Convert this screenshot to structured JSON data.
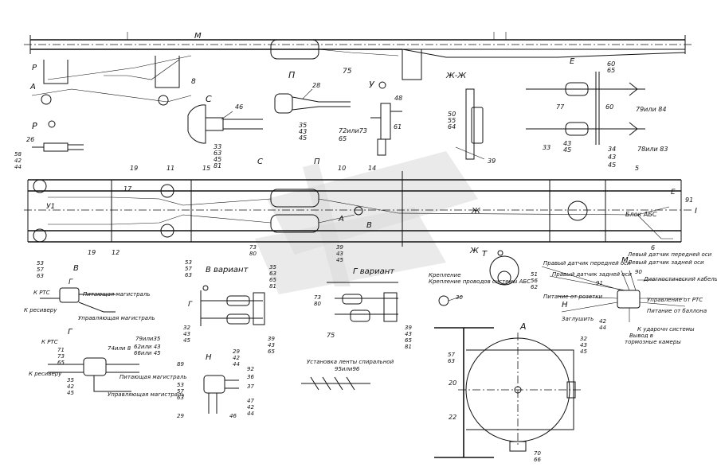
{
  "sections": {
    "p_top": "П",
    "u_top": "У",
    "zh_zh": "Ж-Ж",
    "e_top": "Е",
    "s_top": "С",
    "r_view": "Р",
    "v_view": "В",
    "g_view": "Г",
    "v_variant": "В вариант",
    "g_variant": "Г вариант",
    "n_view": "Н",
    "t_view": "Т",
    "a_view": "А",
    "m_top": "М"
  },
  "frame_marks": {
    "r_mark": "Р",
    "a_mark": "А",
    "v_mark": "В",
    "c_mark": "С",
    "p_mark": "П",
    "a_bottom": "А",
    "v_bottom": "В",
    "zh_bottom": "Ж",
    "zh_mid": "Ж",
    "u1": "У1",
    "e_right": "Е",
    "i_right": "I",
    "m_right": "М",
    "t_mark": "Т",
    "h_mark": "Н",
    "blok_abs": "Блок АБС"
  },
  "notes": {
    "mounting_abs": "Крепление проводов системы АБС",
    "spiral_title": "Установка ленты спиральной",
    "spiral_sub": "95или96",
    "pit_mag": "Питающая магистраль",
    "upr_mag": "Управляющая магистраль",
    "k_rts": "К РТС",
    "k_resiv": "К ресиверу",
    "sensor_front_left": "Левый датчик передней оси",
    "sensor_rear_left": "Левый датчик задней оси",
    "sensor_front_right": "Правый датчик передней оси",
    "sensor_rear_right": "Правый датчик задней оси",
    "diag_cable": "Диагностический кабель",
    "power_rozetka": "Питание от розетки",
    "control_rts": "Управление от РТС",
    "zaglushit": "Заглушить",
    "power_ballon": "Питание от баллона",
    "k_udarch": "К ударочн системы",
    "vyvod": "Вывод в",
    "tormoz_kamer": "тормозные камеры"
  },
  "refs": {
    "n8": "8",
    "n75": "75",
    "n28": "28",
    "n35a": "35",
    "n43a": "43",
    "n45a": "45",
    "n48": "48",
    "n61": "61",
    "n72": "72или73",
    "n65a": "65",
    "n50": "50",
    "n55": "55",
    "n64": "64",
    "n39": "39",
    "n60a": "60",
    "n65b": "65",
    "n77": "77",
    "n60b": "60",
    "n79": "79или 84",
    "n33b": "33",
    "n43b": "43",
    "n45b": "45",
    "n34": "34",
    "n43c": "43",
    "n45c": "45",
    "n78": "78или 83",
    "n46": "46",
    "n33": "33",
    "n63": "63",
    "n45": "45",
    "n81": "81",
    "n26": "26",
    "n58": "58",
    "n42": "42",
    "n44": "44",
    "n19a": "19",
    "n11": "11",
    "n15": "15",
    "n10": "10",
    "n14": "14",
    "n5": "5",
    "n17": "17",
    "n12": "12",
    "n19b": "19",
    "n73": "73",
    "n80": "80",
    "n39b": "39",
    "n43d": "43",
    "n45d": "45",
    "n6": "6",
    "n91": "91",
    "n53a": "53",
    "n57a": "57",
    "n63a": "63",
    "v_53": "53",
    "v_57": "57",
    "v_63": "63",
    "vv_35": "35",
    "vv_63": "63",
    "vv_65": "65",
    "vv_81": "81",
    "vv_32": "32",
    "vv_43": "43",
    "vv_45": "45",
    "vv_39": "39",
    "vv_43b": "43",
    "vv_65b": "65",
    "gv_73": "73",
    "gv_80": "80",
    "gv_75": "75",
    "gv_39": "39",
    "gv_43": "43",
    "gv_65": "65",
    "gv_81": "81",
    "t_51": "51",
    "t_56": "56",
    "t_62": "62",
    "n30": "30",
    "g_79": "79или35",
    "g_74": "74или 8",
    "g_62": "62или 43",
    "g_66": "66или 45",
    "g_71": "71",
    "g_73": "73",
    "g_65": "65",
    "g_35": "35",
    "g_42": "42",
    "g_45": "45",
    "h_29": "29",
    "h_42": "42",
    "h_44": "44",
    "h_89": "89",
    "h_92": "92",
    "h_36": "36",
    "h_53": "53",
    "h_57": "57",
    "h_63": "63",
    "h_37": "37",
    "h_47": "47",
    "h_42b": "42",
    "h_44b": "44",
    "h_29b": "29",
    "h_46": "46",
    "nd_90": "90",
    "nd_91": "91",
    "nd_42": "42",
    "nd_44": "44",
    "a_57": "57",
    "a_63": "63",
    "a_20": "20",
    "a_22": "22",
    "a_32": "32",
    "a_43": "43",
    "a_45": "45",
    "a_70": "70",
    "a_66": "66"
  }
}
